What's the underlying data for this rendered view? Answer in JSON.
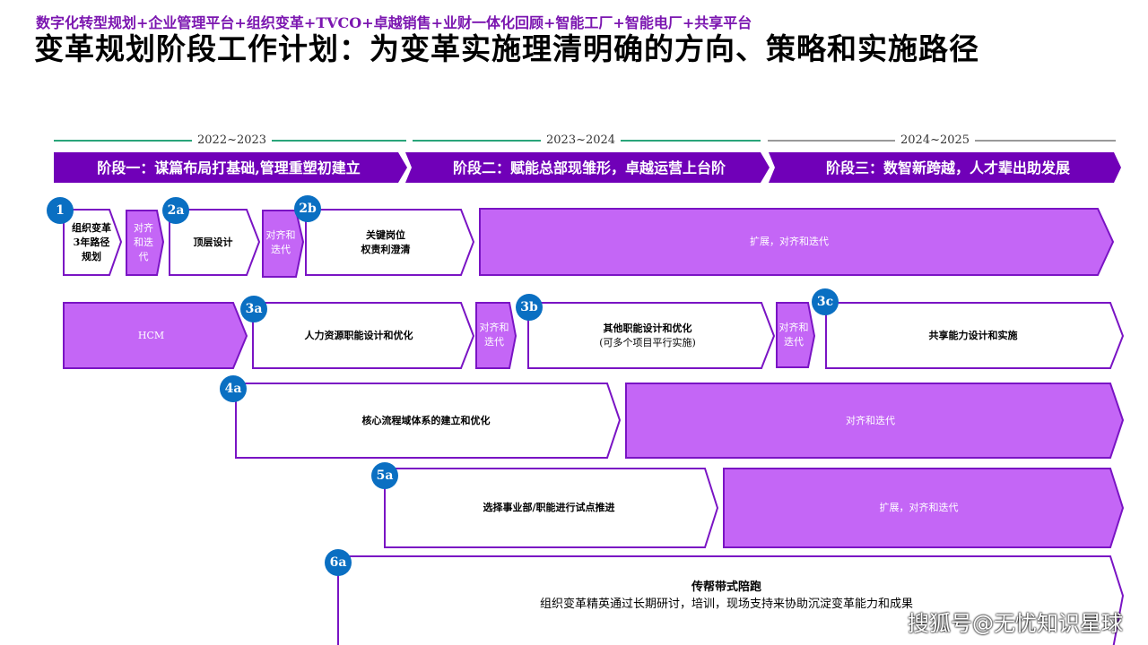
{
  "header": {
    "subtitle": "数字化转型规划+企业管理平台+组织变革+TVCO+卓越销售+业财一体化回顾+智能工厂+智能电厂+共享平台",
    "title": "变革规划阶段工作计划：为变革实施理清明确的方向、策略和实施路径"
  },
  "years": [
    "2022~2023",
    "2023~2024",
    "2024~2025"
  ],
  "phases": [
    "阶段一：谋篇布局打基础,管理重塑初建立",
    "阶段二：赋能总部现雏形，卓越运营上台阶",
    "阶段三：数智新跨越，人才辈出助发展"
  ],
  "steps": {
    "s1": {
      "num": "1",
      "label": "组织变革3年路径规划"
    },
    "sync": "对齐和迭代",
    "s2a": {
      "num": "2a",
      "label": "顶层设计"
    },
    "s2b": {
      "num": "2b",
      "label1": "关键岗位",
      "label2": "权责利澄清"
    },
    "row1_ext": "扩展，对齐和迭代",
    "hcm": "HCM",
    "s3a": {
      "num": "3a",
      "label": "人力资源职能设计和优化"
    },
    "s3b": {
      "num": "3b",
      "label": "其他职能设计和优化",
      "note": "(可多个项目平行实施)"
    },
    "s3c": {
      "num": "3c",
      "label": "共享能力设计和实施"
    },
    "s4a": {
      "num": "4a",
      "label": "核心流程域体系的建立和优化",
      "ext": "对齐和迭代"
    },
    "s5a": {
      "num": "5a",
      "label": "选择事业部/职能进行试点推进",
      "ext": "扩展，对齐和迭代"
    },
    "s6a": {
      "num": "6a",
      "title": "传帮带式陪跑",
      "desc": "组织变革精英通过长期研讨，培训，现场支持来协助沉淀变革能力和成果"
    }
  },
  "watermark": "搜狐号@无忧知识星球",
  "colors": {
    "phase": "#7000b8",
    "fill": "#c466f6",
    "stroke": "#7a14c4",
    "circle": "#0a6fc2",
    "green_line": "#2aa57a",
    "gray_line": "#999999"
  }
}
